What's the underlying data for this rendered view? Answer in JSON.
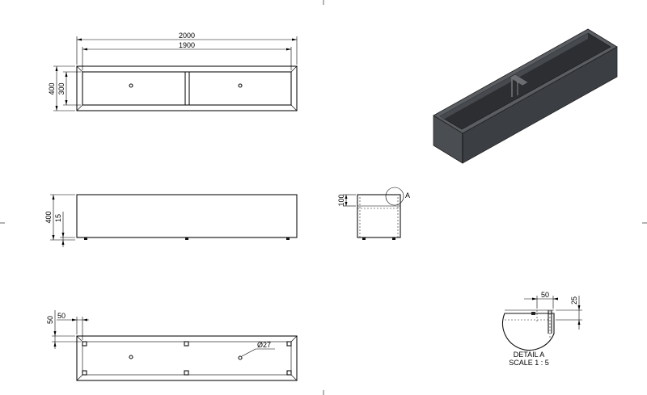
{
  "top_view": {
    "overall_width": "2000",
    "inner_width": "1900",
    "overall_height": "400",
    "inner_height": "300"
  },
  "front_view": {
    "height": "400",
    "foot_height": "15"
  },
  "side_view": {
    "rim_height": "100",
    "detail_callout": "A"
  },
  "bottom_view": {
    "offset_y": "50",
    "offset_x": "50",
    "hole_diameter": "Ø27"
  },
  "detail_a": {
    "width": "50",
    "height": "25",
    "title": "DETAIL A",
    "scale": "SCALE 1 : 5"
  },
  "colors": {
    "body_front": "#4a4d52",
    "body_side": "#3b3e43",
    "body_top": "#5a5d62",
    "inner": "#2c2e32"
  }
}
